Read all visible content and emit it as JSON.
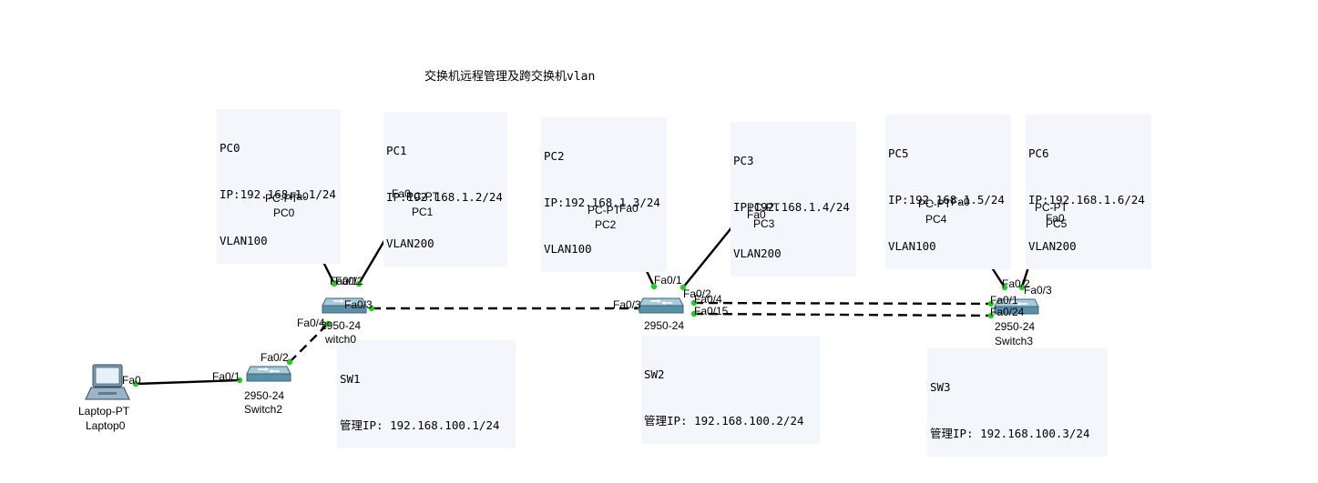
{
  "title": "交换机远程管理及跨交换机vlan",
  "notes": {
    "pc0": [
      "PC0",
      "IP:192.168.1.1/24",
      "VLAN100"
    ],
    "pc1": [
      "PC1",
      "IP:192.168.1.2/24",
      "VLAN200"
    ],
    "pc2": [
      "PC2",
      "IP:192.168.1.3/24",
      "VLAN100"
    ],
    "pc3": [
      "PC3",
      "IP:192.168.1.4/24",
      "VLAN200"
    ],
    "pc5": [
      "PC5",
      "IP:192.168.1.5/24",
      "VLAN100"
    ],
    "pc6": [
      "PC6",
      "IP:192.168.1.6/24",
      "VLAN200"
    ],
    "sw1": [
      "SW1",
      "管理IP: 192.168.100.1/24"
    ],
    "sw2": [
      "SW2",
      "管理IP: 192.168.100.2/24"
    ],
    "sw3": [
      "SW3",
      "管理IP: 192.168.100.3/24"
    ]
  },
  "devices": {
    "pc0": {
      "model": "PC-PT",
      "name": "PC0"
    },
    "pc1": {
      "model": "PC-PT",
      "name": "PC1"
    },
    "pc2": {
      "model": "PC-PT",
      "name": "PC2"
    },
    "pc3": {
      "model": "PC-PT",
      "name": "PC3"
    },
    "pc4": {
      "model": "PC-PT",
      "name": "PC4"
    },
    "pc5": {
      "model": "PC-PT",
      "name": "PC5"
    },
    "switch0": {
      "model": "2950-24",
      "name": "witch0"
    },
    "switch2": {
      "model": "2950-24",
      "name": "Switch2"
    },
    "sw2": {
      "model": "2950-24"
    },
    "switch3": {
      "model": "2950-24",
      "name": "Switch3"
    },
    "laptop0": {
      "model": "Laptop-PT",
      "name": "Laptop0"
    }
  },
  "ports": {
    "fa0": "Fa0",
    "fa01": "Fa0/1",
    "fa02": "Fa0/2",
    "fa03": "Fa0/3",
    "fa04": "Fa0/4",
    "fa015": "Fa0/15",
    "fa024": "Fa0/24"
  },
  "colors": {
    "link_dot": "#22cc22",
    "note_bg": "#f4f6fb",
    "switch": "#5a8fa8"
  }
}
